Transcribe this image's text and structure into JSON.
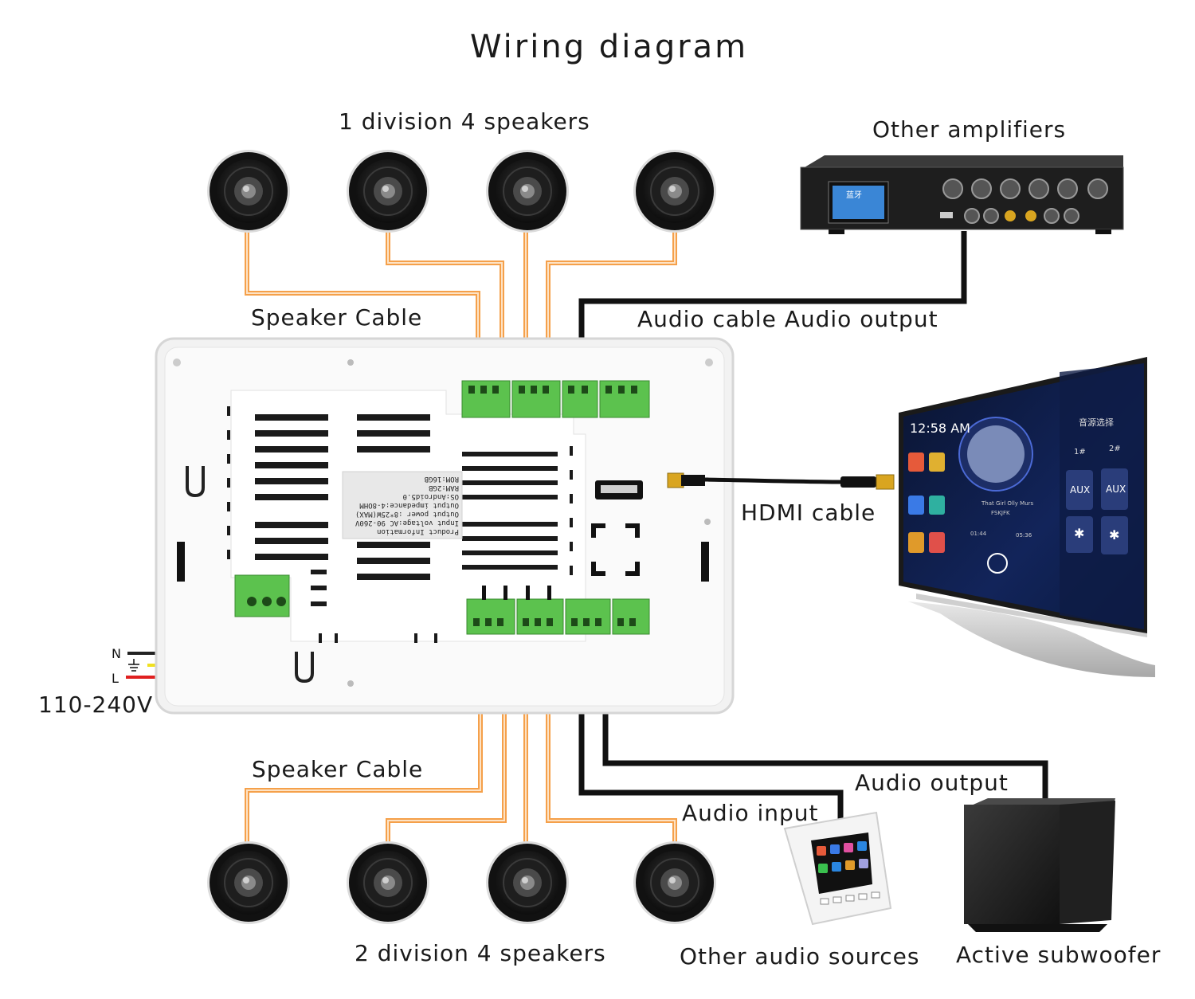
{
  "title": "Wiring diagram",
  "labels": {
    "top_speakers": "1 division 4 speakers",
    "bottom_speakers": "2 division 4 speakers",
    "speaker_cable_top": "Speaker Cable",
    "speaker_cable_bottom": "Speaker Cable",
    "other_amplifiers": "Other amplifiers",
    "audio_cable_output": "Audio cable Audio output",
    "hdmi_cable": "HDMI cable",
    "audio_input": "Audio input",
    "audio_output": "Audio output",
    "other_audio_sources": "Other audio sources",
    "active_subwoofer": "Active subwoofer",
    "voltage": "110-240V",
    "neutral": "N",
    "live": "L"
  },
  "product_info": [
    "Product Information",
    "Input voltage:AC 90-260V",
    "Output power :8*25W(MAX)",
    "Output impedance:4-8OHM",
    "OS:Android5.0",
    "RAM:2GB",
    "ROM:16GB"
  ],
  "tv_screen": {
    "time": "12:58 AM",
    "panel_title": "音源选择",
    "channel_1": "1#",
    "channel_2": "2#",
    "aux": "AUX",
    "track": "That Girl  Olly Murs",
    "track_title": "FSKJFK",
    "time_start": "01:44",
    "time_end": "05:36"
  },
  "amplifier_brand": "蓝牙",
  "colors": {
    "speaker_cable": "#f5a04a",
    "audio_cable": "#111111",
    "terminal_green": "#5cc24e",
    "live_wire": "#e02020",
    "ground_wire": "#f0e020",
    "neutral_wire": "#222222"
  }
}
